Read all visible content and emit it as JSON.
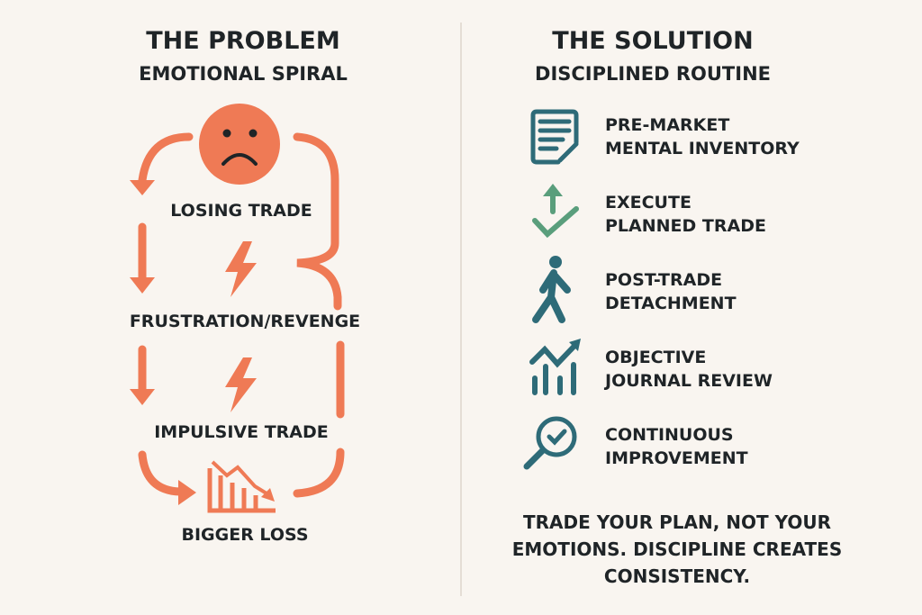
{
  "colors": {
    "background": "#f9f5f0",
    "problem": "#ef7a55",
    "teal": "#2e6b78",
    "green": "#5a9e7c",
    "text": "#1f2427"
  },
  "problem": {
    "title": "THE PROBLEM",
    "subtitle": "EMOTIONAL SPIRAL",
    "steps": [
      "LOSING TRADE",
      "FRUSTRATION/REVENGE",
      "IMPULSIVE TRADE",
      "BIGGER LOSS"
    ],
    "icons": [
      "sad-face-icon",
      "lightning-icon",
      "lightning-icon",
      "falling-chart-icon"
    ]
  },
  "solution": {
    "title": "THE SOLUTION",
    "subtitle": "DISCIPLINED ROUTINE",
    "items": [
      {
        "icon": "checklist-icon",
        "line1": "PRE-MARKET",
        "line2": "MENTAL INVENTORY"
      },
      {
        "icon": "arrow-check-icon",
        "line1": "EXECUTE",
        "line2": "PLANNED TRADE"
      },
      {
        "icon": "walking-person-icon",
        "line1": "POST-TRADE",
        "line2": "DETACHMENT"
      },
      {
        "icon": "rising-chart-icon",
        "line1": "OBJECTIVE",
        "line2": "JOURNAL REVIEW"
      },
      {
        "icon": "magnifier-check-icon",
        "line1": "CONTINUOUS",
        "line2": "IMPROVEMENT"
      }
    ],
    "quote": [
      "TRADE YOUR PLAN, NOT YOUR",
      "EMOTIONS. DISCIPLINE CREATES",
      "CONSISTENCY."
    ]
  }
}
